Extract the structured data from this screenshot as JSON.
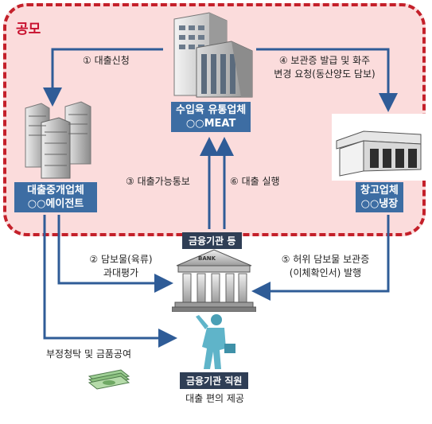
{
  "conspiracy_label": "공모",
  "colors": {
    "arrow": "#2f5c97",
    "dashed_border": "#c4202a",
    "fill": "#fbdcdc"
  },
  "entities": {
    "importer": {
      "line1": "수입육 유통업체",
      "line2": "○○MEAT",
      "icon": "office-building-icon"
    },
    "broker": {
      "line1": "대출중개업체",
      "line2": "○○에이전트",
      "icon": "office-towers-icon"
    },
    "warehouse": {
      "line1": "창고업체",
      "line2": "○○냉장",
      "icon": "warehouse-icon"
    },
    "bank": {
      "line1": "금융기관 등",
      "sign": "BANK",
      "icon": "bank-building-icon"
    },
    "employee": {
      "line1": "금융기관 직원",
      "line2": "대출 편의 제공",
      "icon": "businessman-icon"
    },
    "money": {
      "icon": "cash-stack-icon"
    }
  },
  "steps": {
    "s1": "① 대출신청",
    "s2_line1": "② 담보물(육류)",
    "s2_line2": "과대평가",
    "s3": "③ 대출가능통보",
    "s4_line1": "④ 보관증 발급 및 화주",
    "s4_line2": "변경 요청(동산양도 담보)",
    "s5_line1": "⑤ 허위 담보물 보관증",
    "s5_line2": "(이체확인서) 발행",
    "s6": "⑥ 대출 실행",
    "bribe": "부정청탁 및 금품공여"
  }
}
